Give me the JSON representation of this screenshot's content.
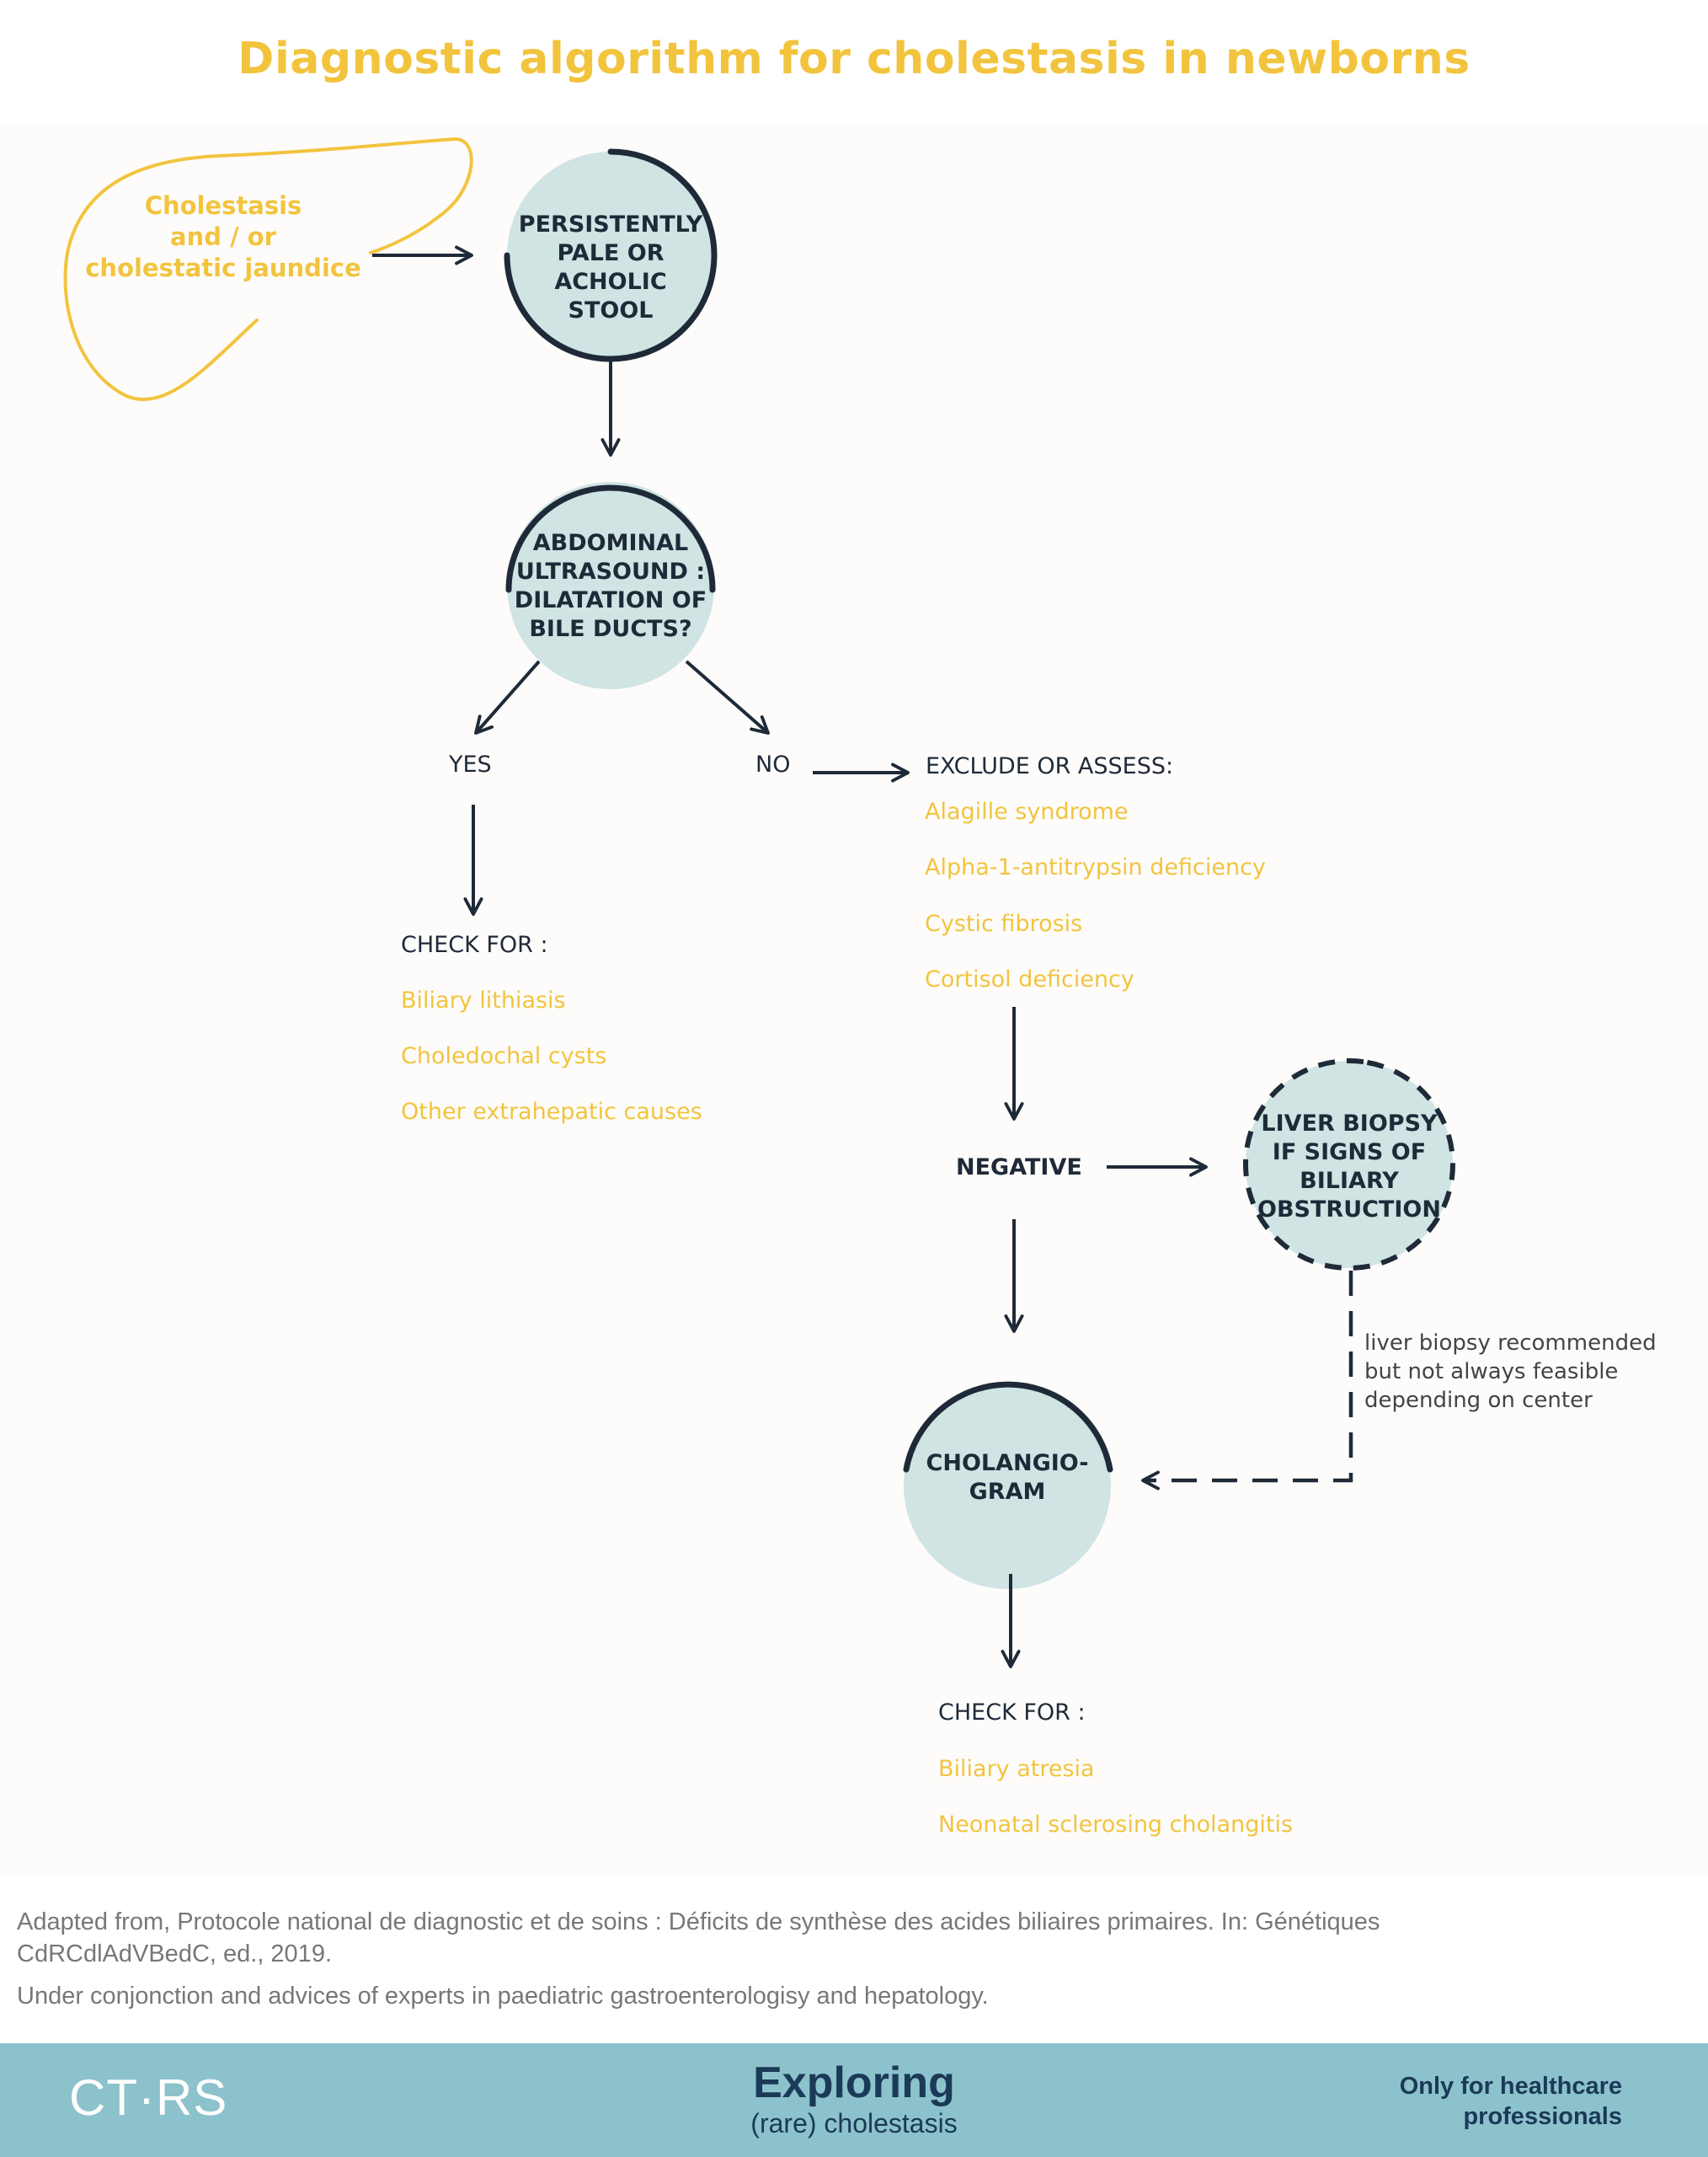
{
  "title": "Diagnostic algorithm for cholestasis in newborns",
  "colors": {
    "accent_yellow": "#f2c43e",
    "node_fill": "#cfe4e3",
    "ink": "#1f2a38",
    "footer_bar": "#8cc2cc"
  },
  "start": {
    "label": "Cholestasis\nand / or\ncholestatic jaundice"
  },
  "nodes": {
    "stool": "PERSISTENTLY\nPALE OR\nACHOLIC\nSTOOL",
    "ultrasound": "ABDOMINAL\nULTRASOUND :\nDILATATION OF\nBILE DUCTS?",
    "biopsy": "LIVER BIOPSY\nIF SIGNS OF\nBILIARY\nOBSTRUCTION",
    "cholangiogram": "CHOLANGIO-\nGRAM"
  },
  "branches": {
    "yes": "YES",
    "no": "NO",
    "negative": "NEGATIVE"
  },
  "check_for_yes": {
    "heading": "CHECK FOR :",
    "items": [
      "Biliary lithiasis",
      "Choledochal cysts",
      "Other extrahepatic causes"
    ]
  },
  "exclude": {
    "heading": "EXCLUDE OR ASSESS:",
    "items": [
      "Alagille syndrome",
      "Alpha-1-antitrypsin deficiency",
      "Cystic fibrosis",
      "Cortisol deficiency"
    ]
  },
  "biopsy_note": "liver biopsy recommended\nbut not always feasible\ndepending on center",
  "check_for_final": {
    "heading": "CHECK FOR :",
    "items": [
      "Biliary atresia",
      "Neonatal sclerosing cholangitis"
    ]
  },
  "footer": {
    "source": "Adapted from, Protocole national de diagnostic et de soins : Déficits de synthèse des acides biliaires primaires. In: Génétiques CdRCdlAdVBedC, ed., 2019.",
    "experts": "Under conjonction and advices of experts in paediatric gastroenterologisy and hepatology.",
    "logo_left": "CT·RS",
    "logo_center": "Exploring",
    "logo_center_sub": "(rare) cholestasis",
    "disclaimer": "Only for healthcare\nprofessionals"
  }
}
